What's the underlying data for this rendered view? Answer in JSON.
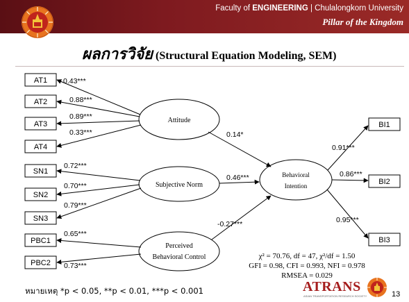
{
  "header": {
    "faculty_prefix": "Faculty of ",
    "faculty_bold": "ENGINEERING",
    "faculty_suffix": " | Chulalongkorn University",
    "tagline": "Pillar of the Kingdom"
  },
  "title": {
    "thai": "ผลการวิจัย",
    "english": " (Structural Equation Modeling, SEM)"
  },
  "diagram": {
    "indicators_left": [
      "AT1",
      "AT2",
      "AT3",
      "AT4",
      "SN1",
      "SN2",
      "SN3",
      "PBC1",
      "PBC2"
    ],
    "indicators_right": [
      "BI1",
      "BI2",
      "BI3"
    ],
    "latents": {
      "attitude": "Attitude",
      "subjective_norm": "Subjective Norm",
      "pbc_line1": "Perceived",
      "pbc_line2": "Behavioral Control",
      "bi_line1": "Behavioral",
      "bi_line2": "Intention"
    },
    "loadings_left": [
      "0.43***",
      "0.88***",
      "0.89***",
      "0.33***",
      "0.72***",
      "0.70***",
      "0.79***",
      "0.65***",
      "0.73***"
    ],
    "loadings_right": [
      "0.91***",
      "0.86***",
      "0.95***"
    ],
    "paths": {
      "attitude_bi": "0.14*",
      "sn_bi": "0.46***",
      "pbc_bi": "-0.27***"
    },
    "fit_line1": "χ² = 70.76, df = 47, χ²/df = 1.50",
    "fit_line2": "GFI = 0.98, CFI = 0.993, NFI = 0.978",
    "fit_line3": "RMSEA = 0.029"
  },
  "footer": {
    "note": "หมายเหตุ *p < 0.05, **p < 0.01, ***p < 0.001",
    "logo_text": "ATRANS",
    "logo_subtext": "ASIAN TRANSPORTATION RESEARCH SOCIETY",
    "page_number": "13"
  },
  "colors": {
    "header_bg": "#7e1a1f",
    "accent_red": "#a51c1c",
    "seal_orange": "#e8731f"
  }
}
